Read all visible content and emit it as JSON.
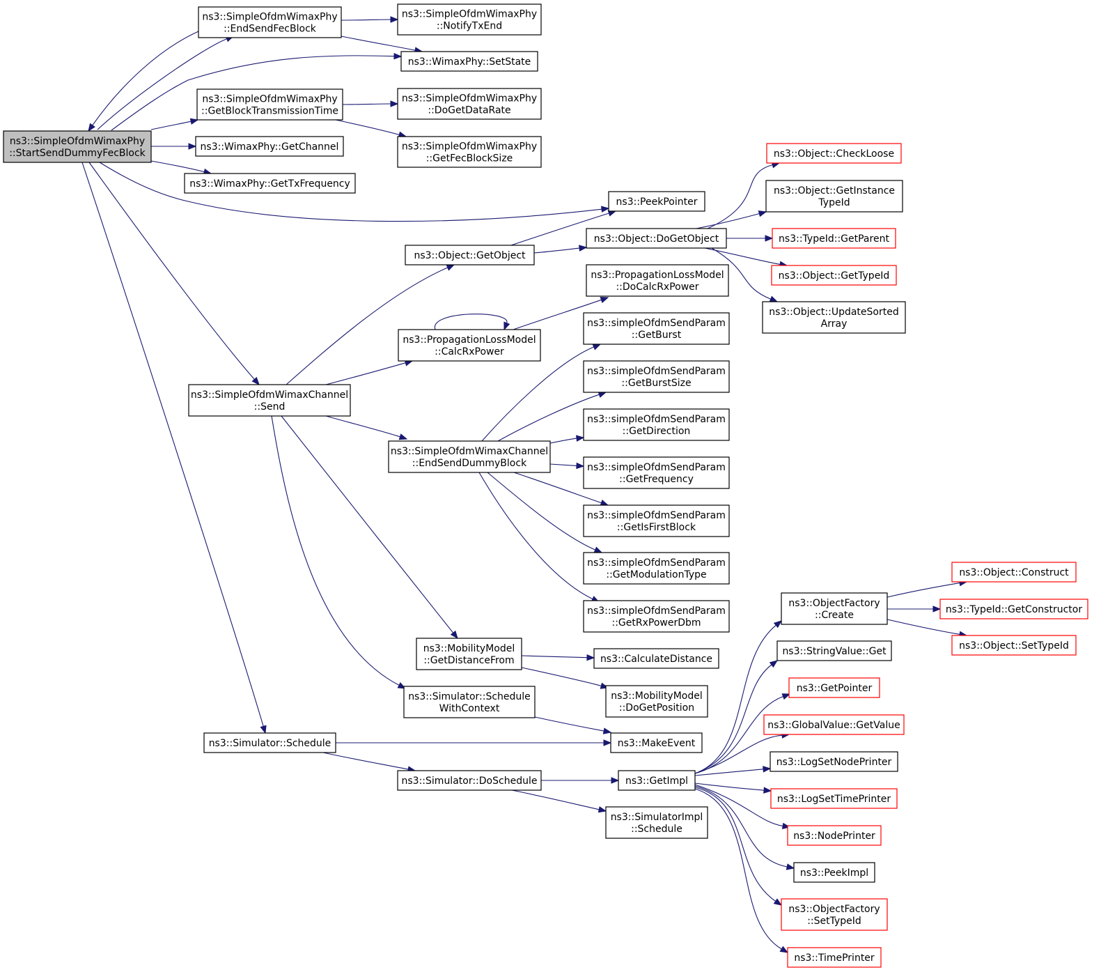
{
  "colors": {
    "edge": "#191970",
    "node_border": "#000000",
    "node_border_truncated": "#ff0000",
    "node_fill": "#ffffff",
    "root_fill": "#bfbfbf",
    "text": "#000000"
  },
  "nodes": [
    {
      "id": "root",
      "lines": [
        "ns3::SimpleOfdmWimaxPhy",
        "::StartSendDummyFecBlock"
      ],
      "style": "root"
    },
    {
      "id": "endSendFec",
      "lines": [
        "ns3::SimpleOfdmWimaxPhy",
        "::EndSendFecBlock"
      ],
      "style": "normal"
    },
    {
      "id": "notifyTxEnd",
      "lines": [
        "ns3::SimpleOfdmWimaxPhy",
        "::NotifyTxEnd"
      ],
      "style": "normal"
    },
    {
      "id": "setState",
      "lines": [
        "ns3::WimaxPhy::SetState"
      ],
      "style": "normal"
    },
    {
      "id": "getBlockTx",
      "lines": [
        "ns3::SimpleOfdmWimaxPhy",
        "::GetBlockTransmissionTime"
      ],
      "style": "normal"
    },
    {
      "id": "doGetDataRate",
      "lines": [
        "ns3::SimpleOfdmWimaxPhy",
        "::DoGetDataRate"
      ],
      "style": "normal"
    },
    {
      "id": "getFecBlockSize",
      "lines": [
        "ns3::SimpleOfdmWimaxPhy",
        "::GetFecBlockSize"
      ],
      "style": "normal"
    },
    {
      "id": "getChannel",
      "lines": [
        "ns3::WimaxPhy::GetChannel"
      ],
      "style": "normal"
    },
    {
      "id": "getTxFreq",
      "lines": [
        "ns3::WimaxPhy::GetTxFrequency"
      ],
      "style": "normal"
    },
    {
      "id": "peekPointer",
      "lines": [
        "ns3::PeekPointer"
      ],
      "style": "normal"
    },
    {
      "id": "getObject",
      "lines": [
        "ns3::Object::GetObject"
      ],
      "style": "normal"
    },
    {
      "id": "doGetObject",
      "lines": [
        "ns3::Object::DoGetObject"
      ],
      "style": "normal"
    },
    {
      "id": "checkLoose",
      "lines": [
        "ns3::Object::CheckLoose"
      ],
      "style": "truncated"
    },
    {
      "id": "getInstanceTypeId",
      "lines": [
        "ns3::Object::GetInstance",
        "TypeId"
      ],
      "style": "normal"
    },
    {
      "id": "getParent",
      "lines": [
        "ns3::TypeId::GetParent"
      ],
      "style": "truncated"
    },
    {
      "id": "getTypeId",
      "lines": [
        "ns3::Object::GetTypeId"
      ],
      "style": "truncated"
    },
    {
      "id": "updateSorted",
      "lines": [
        "ns3::Object::UpdateSorted",
        "Array"
      ],
      "style": "normal"
    },
    {
      "id": "doCalcRxPower",
      "lines": [
        "ns3::PropagationLossModel",
        "::DoCalcRxPower"
      ],
      "style": "normal"
    },
    {
      "id": "calcRxPower",
      "lines": [
        "ns3::PropagationLossModel",
        "::CalcRxPower"
      ],
      "style": "normal"
    },
    {
      "id": "getBurst",
      "lines": [
        "ns3::simpleOfdmSendParam",
        "::GetBurst"
      ],
      "style": "normal"
    },
    {
      "id": "getBurstSize",
      "lines": [
        "ns3::simpleOfdmSendParam",
        "::GetBurstSize"
      ],
      "style": "normal"
    },
    {
      "id": "getDirection",
      "lines": [
        "ns3::simpleOfdmSendParam",
        "::GetDirection"
      ],
      "style": "normal"
    },
    {
      "id": "getFrequency",
      "lines": [
        "ns3::simpleOfdmSendParam",
        "::GetFrequency"
      ],
      "style": "normal"
    },
    {
      "id": "getIsFirstBlock",
      "lines": [
        "ns3::simpleOfdmSendParam",
        "::GetIsFirstBlock"
      ],
      "style": "normal"
    },
    {
      "id": "getModulationType",
      "lines": [
        "ns3::simpleOfdmSendParam",
        "::GetModulationType"
      ],
      "style": "normal"
    },
    {
      "id": "getRxPowerDbm",
      "lines": [
        "ns3::simpleOfdmSendParam",
        "::GetRxPowerDbm"
      ],
      "style": "normal"
    },
    {
      "id": "channelSend",
      "lines": [
        "ns3::SimpleOfdmWimaxChannel",
        "::Send"
      ],
      "style": "normal"
    },
    {
      "id": "endSendDummy",
      "lines": [
        "ns3::SimpleOfdmWimaxChannel",
        "::EndSendDummyBlock"
      ],
      "style": "normal"
    },
    {
      "id": "getDistanceFrom",
      "lines": [
        "ns3::MobilityModel",
        "::GetDistanceFrom"
      ],
      "style": "normal"
    },
    {
      "id": "calculateDistance",
      "lines": [
        "ns3::CalculateDistance"
      ],
      "style": "normal"
    },
    {
      "id": "doGetPosition",
      "lines": [
        "ns3::MobilityModel",
        "::DoGetPosition"
      ],
      "style": "normal"
    },
    {
      "id": "scheduleWithContext",
      "lines": [
        "ns3::Simulator::Schedule",
        "WithContext"
      ],
      "style": "normal"
    },
    {
      "id": "simSchedule",
      "lines": [
        "ns3::Simulator::Schedule"
      ],
      "style": "normal"
    },
    {
      "id": "makeEvent",
      "lines": [
        "ns3::MakeEvent"
      ],
      "style": "normal"
    },
    {
      "id": "doSchedule",
      "lines": [
        "ns3::Simulator::DoSchedule"
      ],
      "style": "normal"
    },
    {
      "id": "getImpl",
      "lines": [
        "ns3::GetImpl"
      ],
      "style": "normal"
    },
    {
      "id": "simImplSchedule",
      "lines": [
        "ns3::SimulatorImpl",
        "::Schedule"
      ],
      "style": "normal"
    },
    {
      "id": "ofCreate",
      "lines": [
        "ns3::ObjectFactory",
        "::Create"
      ],
      "style": "normal"
    },
    {
      "id": "objConstruct",
      "lines": [
        "ns3::Object::Construct"
      ],
      "style": "truncated"
    },
    {
      "id": "getConstructor",
      "lines": [
        "ns3::TypeId::GetConstructor"
      ],
      "style": "truncated"
    },
    {
      "id": "setTypeIdObj",
      "lines": [
        "ns3::Object::SetTypeId"
      ],
      "style": "truncated"
    },
    {
      "id": "stringValueGet",
      "lines": [
        "ns3::StringValue::Get"
      ],
      "style": "normal"
    },
    {
      "id": "getPointer",
      "lines": [
        "ns3::GetPointer"
      ],
      "style": "truncated"
    },
    {
      "id": "globalGetValue",
      "lines": [
        "ns3::GlobalValue::GetValue"
      ],
      "style": "truncated"
    },
    {
      "id": "logSetNodePrinter",
      "lines": [
        "ns3::LogSetNodePrinter"
      ],
      "style": "normal"
    },
    {
      "id": "logSetTimePrinter",
      "lines": [
        "ns3::LogSetTimePrinter"
      ],
      "style": "truncated"
    },
    {
      "id": "nodePrinter",
      "lines": [
        "ns3::NodePrinter"
      ],
      "style": "truncated"
    },
    {
      "id": "peekImpl",
      "lines": [
        "ns3::PeekImpl"
      ],
      "style": "normal"
    },
    {
      "id": "ofSetTypeId",
      "lines": [
        "ns3::ObjectFactory",
        "::SetTypeId"
      ],
      "style": "truncated"
    },
    {
      "id": "timePrinter",
      "lines": [
        "ns3::TimePrinter"
      ],
      "style": "truncated"
    }
  ],
  "edges": [
    {
      "from": "root",
      "to": "endSendFec"
    },
    {
      "from": "endSendFec",
      "to": "root"
    },
    {
      "from": "endSendFec",
      "to": "notifyTxEnd"
    },
    {
      "from": "endSendFec",
      "to": "setState"
    },
    {
      "from": "root",
      "to": "setState"
    },
    {
      "from": "root",
      "to": "getBlockTx"
    },
    {
      "from": "getBlockTx",
      "to": "doGetDataRate"
    },
    {
      "from": "getBlockTx",
      "to": "getFecBlockSize"
    },
    {
      "from": "root",
      "to": "getChannel"
    },
    {
      "from": "root",
      "to": "getTxFreq"
    },
    {
      "from": "root",
      "to": "peekPointer"
    },
    {
      "from": "root",
      "to": "channelSend"
    },
    {
      "from": "root",
      "to": "simSchedule"
    },
    {
      "from": "channelSend",
      "to": "getObject"
    },
    {
      "from": "channelSend",
      "to": "calcRxPower"
    },
    {
      "from": "channelSend",
      "to": "endSendDummy"
    },
    {
      "from": "channelSend",
      "to": "getDistanceFrom"
    },
    {
      "from": "channelSend",
      "to": "scheduleWithContext"
    },
    {
      "from": "getObject",
      "to": "peekPointer"
    },
    {
      "from": "getObject",
      "to": "doGetObject"
    },
    {
      "from": "doGetObject",
      "to": "checkLoose"
    },
    {
      "from": "doGetObject",
      "to": "getInstanceTypeId"
    },
    {
      "from": "doGetObject",
      "to": "getParent"
    },
    {
      "from": "doGetObject",
      "to": "getTypeId"
    },
    {
      "from": "doGetObject",
      "to": "updateSorted"
    },
    {
      "from": "calcRxPower",
      "to": "calcRxPower"
    },
    {
      "from": "calcRxPower",
      "to": "doCalcRxPower"
    },
    {
      "from": "endSendDummy",
      "to": "getBurst"
    },
    {
      "from": "endSendDummy",
      "to": "getBurstSize"
    },
    {
      "from": "endSendDummy",
      "to": "getDirection"
    },
    {
      "from": "endSendDummy",
      "to": "getFrequency"
    },
    {
      "from": "endSendDummy",
      "to": "getIsFirstBlock"
    },
    {
      "from": "endSendDummy",
      "to": "getModulationType"
    },
    {
      "from": "endSendDummy",
      "to": "getRxPowerDbm"
    },
    {
      "from": "getDistanceFrom",
      "to": "calculateDistance"
    },
    {
      "from": "getDistanceFrom",
      "to": "doGetPosition"
    },
    {
      "from": "scheduleWithContext",
      "to": "makeEvent"
    },
    {
      "from": "simSchedule",
      "to": "makeEvent"
    },
    {
      "from": "simSchedule",
      "to": "doSchedule"
    },
    {
      "from": "doSchedule",
      "to": "getImpl"
    },
    {
      "from": "doSchedule",
      "to": "simImplSchedule"
    },
    {
      "from": "getImpl",
      "to": "ofCreate"
    },
    {
      "from": "getImpl",
      "to": "stringValueGet"
    },
    {
      "from": "getImpl",
      "to": "getPointer"
    },
    {
      "from": "getImpl",
      "to": "globalGetValue"
    },
    {
      "from": "getImpl",
      "to": "logSetNodePrinter"
    },
    {
      "from": "getImpl",
      "to": "logSetTimePrinter"
    },
    {
      "from": "getImpl",
      "to": "nodePrinter"
    },
    {
      "from": "getImpl",
      "to": "peekImpl"
    },
    {
      "from": "getImpl",
      "to": "ofSetTypeId"
    },
    {
      "from": "getImpl",
      "to": "timePrinter"
    },
    {
      "from": "ofCreate",
      "to": "objConstruct"
    },
    {
      "from": "ofCreate",
      "to": "getConstructor"
    },
    {
      "from": "ofCreate",
      "to": "setTypeIdObj"
    }
  ]
}
